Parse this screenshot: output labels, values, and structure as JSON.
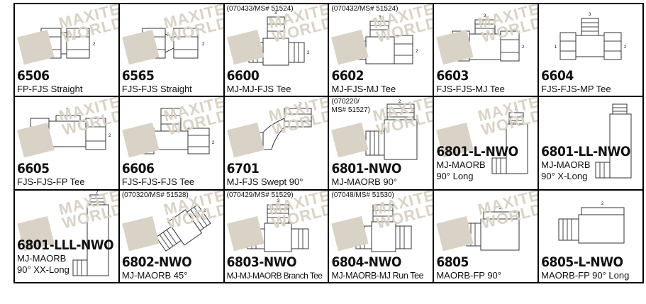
{
  "watermark": {
    "line1": "MAXITECH",
    "line2": "WORLD"
  },
  "items": [
    {
      "code": "6506",
      "ref": "",
      "desc": "FP-FJS Straight",
      "icon": "fp-fjs-straight-fitting-icon"
    },
    {
      "code": "6565",
      "ref": "",
      "desc": "FJS-FJS Straight",
      "icon": "fjs-fjs-straight-fitting-icon"
    },
    {
      "code": "6600",
      "ref": "(070433/MS# 51524)",
      "desc": "MJ-MJ-FJS Tee",
      "icon": "mj-mj-fjs-tee-fitting-icon"
    },
    {
      "code": "6602",
      "ref": "(070432/MS# 51524)",
      "desc": "MJ-FJS-MJ Tee",
      "icon": "mj-fjs-mj-tee-fitting-icon"
    },
    {
      "code": "6603",
      "ref": "",
      "desc": "FJS-FJS-MJ Tee",
      "icon": "fjs-fjs-mj-tee-fitting-icon"
    },
    {
      "code": "6604",
      "ref": "",
      "desc": "FJS-FJS-MP Tee",
      "icon": "fjs-fjs-mp-tee-fitting-icon"
    },
    {
      "code": "6605",
      "ref": "",
      "desc": "FJS-FJS-FP Tee",
      "icon": "fjs-fjs-fp-tee-fitting-icon"
    },
    {
      "code": "6606",
      "ref": "",
      "desc": "FJS-FJS-FJS Tee",
      "icon": "fjs-fjs-fjs-tee-fitting-icon"
    },
    {
      "code": "6701",
      "ref": "",
      "desc": "MJ-FJS Swept 90°",
      "icon": "mj-fjs-swept-elbow-fitting-icon"
    },
    {
      "code": "6801-NWO",
      "ref": "(070220/\nMS# 51527)",
      "desc": "MJ-MAORB 90°",
      "icon": "mj-maorb-90-fitting-icon"
    },
    {
      "code": "6801-L-NWO",
      "ref": "",
      "desc": "MJ-MAORB\n90° Long",
      "icon": "mj-maorb-90-long-fitting-icon"
    },
    {
      "code": "6801-LL-NWO",
      "ref": "",
      "desc": "MJ-MAORB\n90° X-Long",
      "icon": "mj-maorb-90-x-long-fitting-icon"
    },
    {
      "code": "6801-LLL-NWO",
      "ref": "",
      "desc": "MJ-MAORB\n90° XX-Long",
      "icon": "mj-maorb-90-xx-long-fitting-icon"
    },
    {
      "code": "6802-NWO",
      "ref": "(070320/MS# 51528)",
      "desc": "MJ-MAORB 45°",
      "icon": "mj-maorb-45-fitting-icon"
    },
    {
      "code": "6803-NWO",
      "ref": "(070429/MS# 51529)",
      "desc": "MJ-MJ-MAORB Branch Tee",
      "icon": "mj-mj-maorb-branch-tee-fitting-icon"
    },
    {
      "code": "6804-NWO",
      "ref": "(07048/MS# 51530)",
      "desc": "MJ-MAORB-MJ Run Tee",
      "icon": "mj-maorb-mj-run-tee-fitting-icon"
    },
    {
      "code": "6805",
      "ref": "",
      "desc": "MAORB-FP 90°",
      "icon": "maorb-fp-90-fitting-icon"
    },
    {
      "code": "6805-L-NWO",
      "ref": "",
      "desc": "MAORB-FP 90° Long",
      "icon": "maorb-fp-90-long-fitting-icon"
    }
  ]
}
